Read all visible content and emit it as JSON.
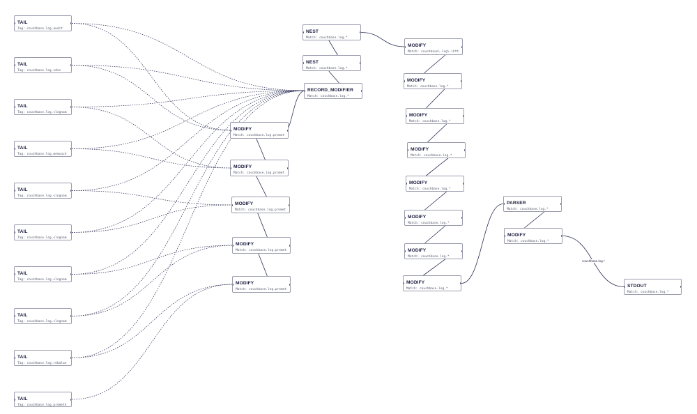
{
  "nodes": {
    "tail1": {
      "title": "TAIL",
      "sub": "Tag: couchbase.log.audit"
    },
    "tail2": {
      "title": "TAIL",
      "sub": "Tag: couchbase.log.sdoc"
    },
    "tail3": {
      "title": "TAIL",
      "sub": "Tag: couchbase.log.<logname>"
    },
    "tail4": {
      "title": "TAIL",
      "sub": "Tag: couchbase.log.memcached"
    },
    "tail5": {
      "title": "TAIL",
      "sub": "Tag: couchbase.log.<logname>"
    },
    "tail6": {
      "title": "TAIL",
      "sub": "Tag: couchbase.log.<logname>"
    },
    "tail7": {
      "title": "TAIL",
      "sub": "Tag: couchbase.log.<logname>"
    },
    "tail8": {
      "title": "TAIL",
      "sub": "Tag: couchbase.log.<logname>"
    },
    "tail9": {
      "title": "TAIL",
      "sub": "Tag: couchbase.log.rebalance"
    },
    "tail10": {
      "title": "TAIL",
      "sub": "Tag: couchbase.log.prometheus"
    },
    "nest1": {
      "title": "NEST",
      "sub": "Match: couchbase.log.*"
    },
    "nest2": {
      "title": "NEST",
      "sub": "Match: couchbase.log.*"
    },
    "recmod": {
      "title": "RECORD_MODIFIER",
      "sub": "Match: couchbase.log.*"
    },
    "lmod1": {
      "title": "MODIFY",
      "sub": "Match: couchbase.log.prometheus"
    },
    "lmod2": {
      "title": "MODIFY",
      "sub": "Match: couchbase.log.prometheus"
    },
    "lmod3": {
      "title": "MODIFY",
      "sub": "Match: couchbase.log.prometheus"
    },
    "lmod4": {
      "title": "MODIFY",
      "sub": "Match: couchbase.log.prometheus"
    },
    "lmod5": {
      "title": "MODIFY",
      "sub": "Match: couchbase.log.prometheus"
    },
    "rmod1": {
      "title": "MODIFY",
      "sub": "Match: couchbase\\.log\\.(http_.*|audit|rebalance)"
    },
    "rmod2": {
      "title": "MODIFY",
      "sub": "Match: couchbase.log.*"
    },
    "rmod3": {
      "title": "MODIFY",
      "sub": "Match: couchbase.log.*"
    },
    "rmod4": {
      "title": "MODIFY",
      "sub": "Match: couchbase.log.*"
    },
    "rmod5": {
      "title": "MODIFY",
      "sub": "Match: couchbase.log.*"
    },
    "rmod6": {
      "title": "MODIFY",
      "sub": "Match: couchbase.log.*"
    },
    "rmod7": {
      "title": "MODIFY",
      "sub": "Match: couchbase.log.*"
    },
    "rmod8": {
      "title": "MODIFY",
      "sub": "Match: couchbase.log.*"
    },
    "parser": {
      "title": "PARSER",
      "sub": "Match: couchbase.log.*"
    },
    "pmod": {
      "title": "MODIFY",
      "sub": "Match: couchbase.log.*"
    },
    "stdout": {
      "title": "STDOUT",
      "sub": "Match: couchbase.log.*"
    }
  },
  "edge_label": "couchbase.log.*",
  "colors": {
    "edge": "#2c2f55",
    "border": "#9a9cad",
    "title": "#1a1c3d",
    "text": "#55586c"
  }
}
